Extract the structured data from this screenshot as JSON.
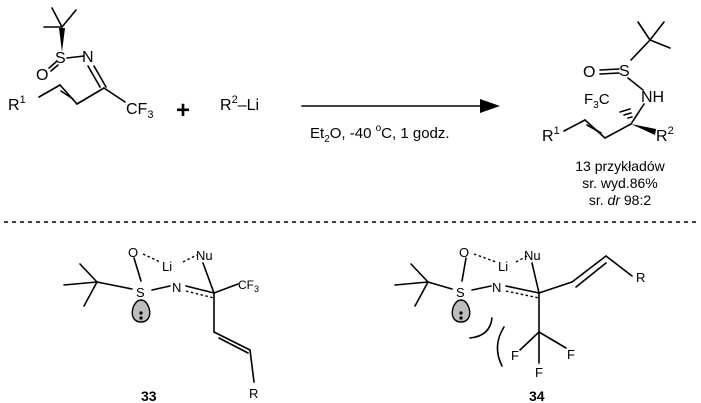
{
  "reaction": {
    "substrate": {
      "atoms": {
        "S": "S",
        "O": "O",
        "N": "N",
        "R1": "R",
        "R1_sup": "1",
        "CF3": "CF",
        "CF3_sub": "3"
      }
    },
    "plus": "+",
    "reagent": {
      "R": "R",
      "R_sup": "2",
      "Li": "–Li"
    },
    "conditions": {
      "solvent": "Et",
      "solvent_sub": "2",
      "solvent_rest": "O, -40 ",
      "degree": "o",
      "rest": "C, 1 godz."
    },
    "product": {
      "atoms": {
        "O": "O",
        "S": "S",
        "NH": "NH",
        "F3C_F": "F",
        "F3C_sub": "3",
        "F3C_C": "C",
        "R1": "R",
        "R1_sup": "1",
        "R2": "R",
        "R2_sup": "2"
      }
    },
    "summary": {
      "examples": "13 przykładów",
      "yield": "sr. wyd.86%",
      "dr_prefix": "sr. ",
      "dr_italic": "dr",
      "dr_value": " 98:2"
    }
  },
  "transition_states": [
    {
      "label": "33",
      "atoms": {
        "O": "O",
        "Li": "Li",
        "Nu": "Nu",
        "S": "S",
        "N": "N",
        "CF3": "CF",
        "CF3_sub": "3",
        "R": "R"
      }
    },
    {
      "label": "34",
      "atoms": {
        "O": "O",
        "Li": "Li",
        "Nu": "Nu",
        "S": "S",
        "N": "N",
        "R": "R",
        "F1": "F",
        "F2": "F",
        "F3": "F"
      }
    }
  ]
}
